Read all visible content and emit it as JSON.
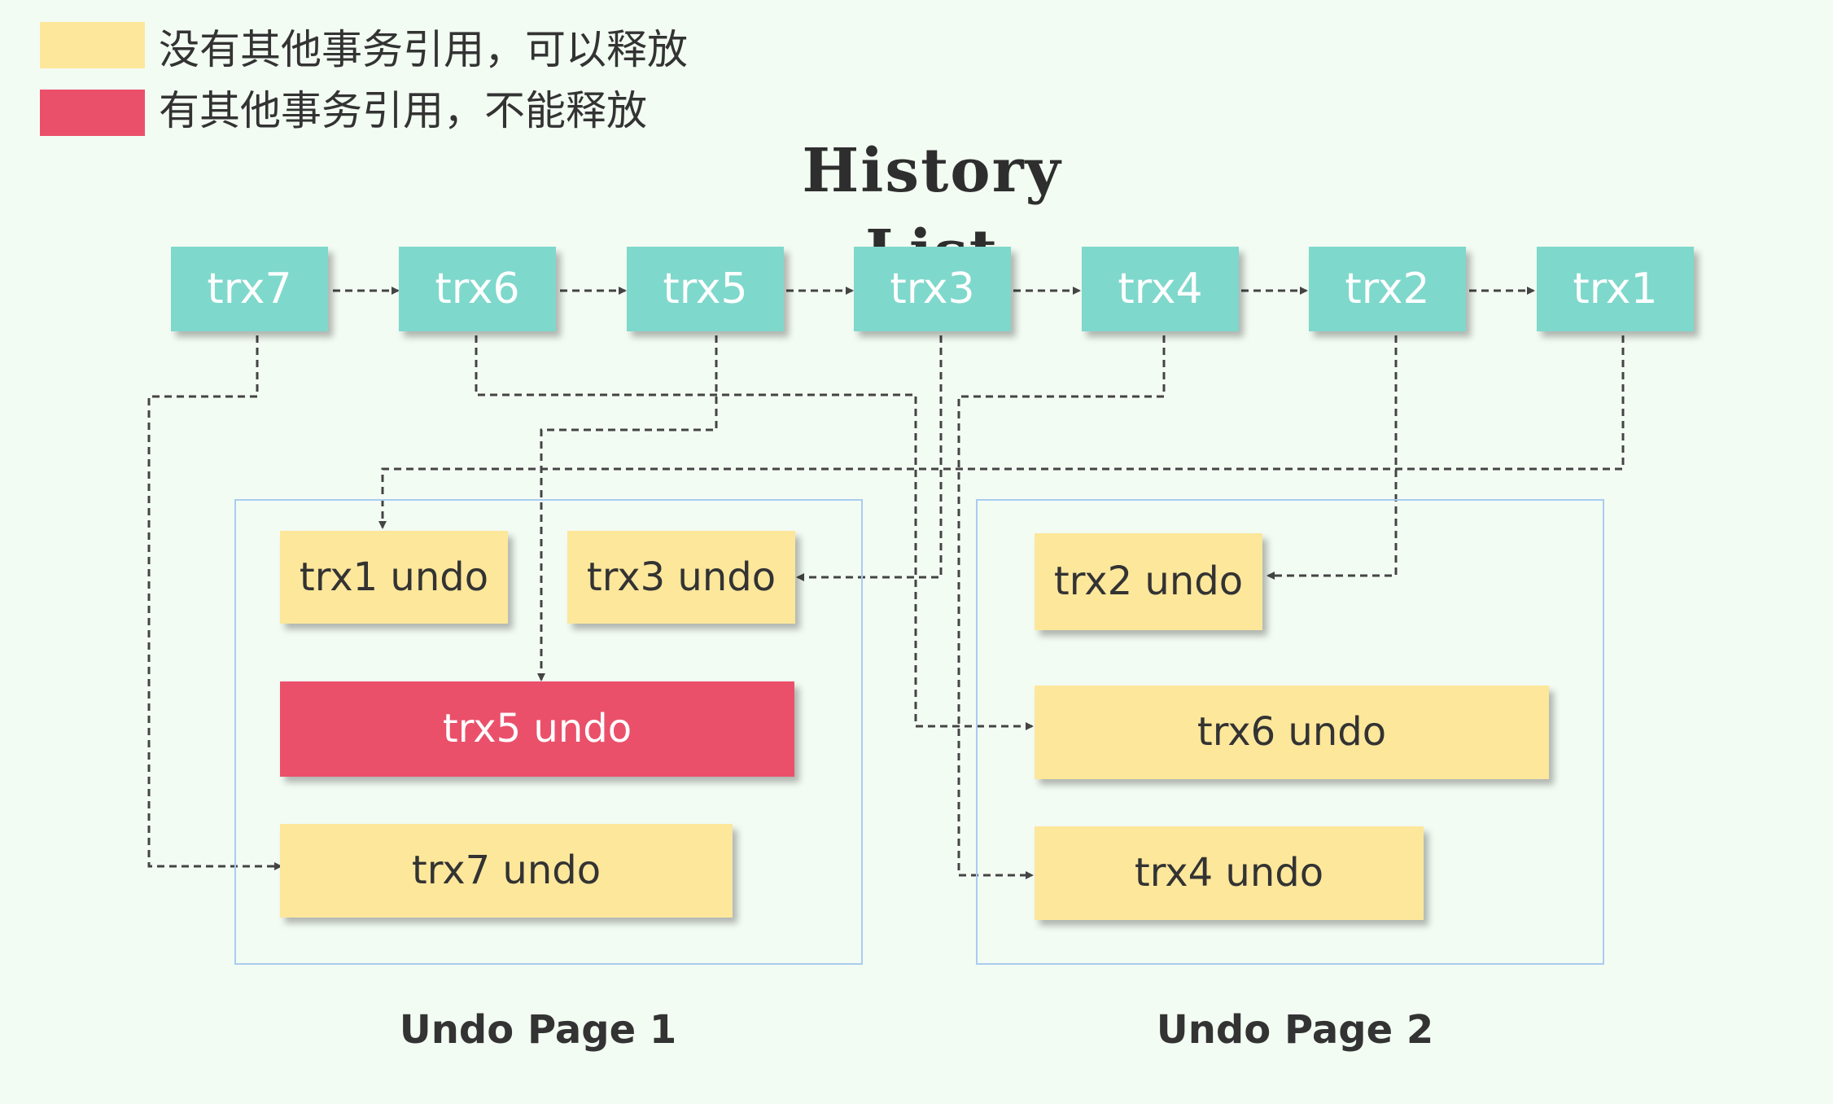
{
  "legend": [
    {
      "label": "没有其他事务引用，可以释放",
      "color": "#fde79b"
    },
    {
      "label": "有其他事务引用，不能释放",
      "color": "#eb506b"
    }
  ],
  "title": "History List",
  "history_list": [
    "trx7",
    "trx6",
    "trx5",
    "trx3",
    "trx4",
    "trx2",
    "trx1"
  ],
  "undo_pages": [
    {
      "label": "Undo Page 1",
      "records": [
        {
          "label": "trx1 undo",
          "status": "releasable"
        },
        {
          "label": "trx3 undo",
          "status": "releasable"
        },
        {
          "label": "trx5 undo",
          "status": "referenced"
        },
        {
          "label": "trx7 undo",
          "status": "releasable"
        }
      ]
    },
    {
      "label": "Undo Page 2",
      "records": [
        {
          "label": "trx2 undo",
          "status": "releasable"
        },
        {
          "label": "trx6 undo",
          "status": "releasable"
        },
        {
          "label": "trx4 undo",
          "status": "releasable"
        }
      ]
    }
  ],
  "colors": {
    "node": "#7fd8cc",
    "releasable": "#fde79b",
    "referenced": "#eb506b",
    "page_border": "#a9ccf1",
    "connector": "#444444",
    "background": "#f3fcf3"
  }
}
